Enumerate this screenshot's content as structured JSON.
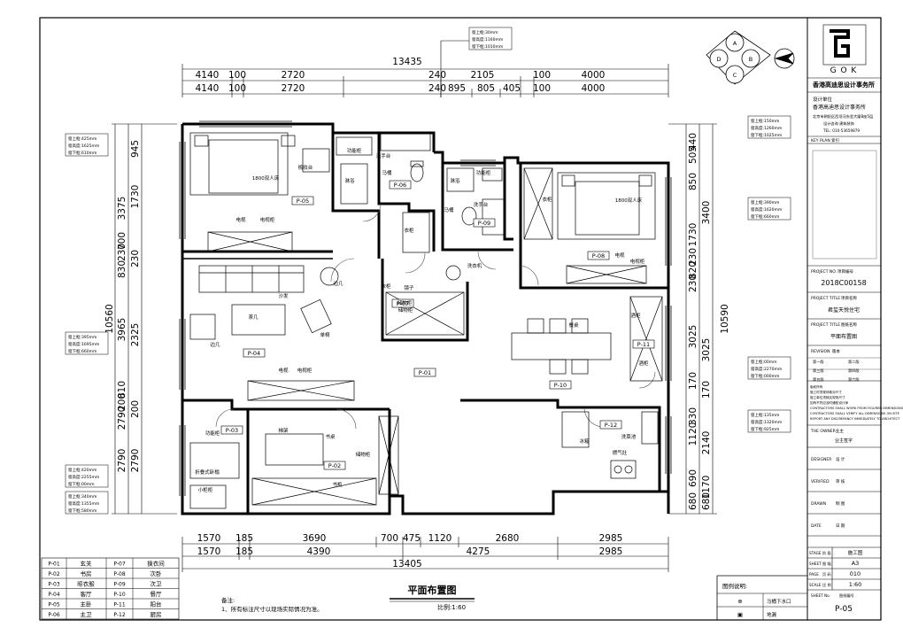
{
  "drawing": {
    "title": "平面布置图",
    "scale": "比例:1:60",
    "notes_title": "备注:",
    "notes_line": "1、所有标注尺寸以现场实际情况为准。",
    "legend_title": "图例说明:",
    "legend_items": [
      {
        "symbol": "⊕",
        "label": "马桶下水口"
      },
      {
        "symbol": "▣",
        "label": "地漏"
      }
    ]
  },
  "dimensions": {
    "overall_top": "13435",
    "overall_bottom": "13405",
    "left_overall": "10560",
    "right_overall": "10590",
    "top_row1": [
      "4140",
      "100",
      "2720",
      "240",
      "2105",
      "100",
      "4000"
    ],
    "top_row2": [
      "4140",
      "100",
      "2720",
      "240",
      "895",
      "805",
      "405",
      "100",
      "4000"
    ],
    "bottom_row1": [
      "1570",
      "185",
      "3690",
      "700",
      "475",
      "1120",
      "2680",
      "2985"
    ],
    "bottom_row2": [
      "1570",
      "185",
      "4390",
      "4275",
      "2985"
    ],
    "left_col1": [
      "945",
      "3375",
      "1730",
      "230",
      "700",
      "830",
      "230",
      "2325",
      "3965",
      "810",
      "200",
      "2790",
      "2790",
      "200",
      "2790"
    ],
    "right_col1": [
      "440",
      "505",
      "850",
      "1730",
      "3400",
      "230",
      "820",
      "230",
      "3025",
      "3025",
      "170",
      "170",
      "330",
      "1120",
      "2140",
      "690",
      "1170",
      "680",
      "680"
    ]
  },
  "window_tags": [
    {
      "l1": "窗上框:425mm",
      "l2": "窗高度:1625mm",
      "l3": "窗下框:610mm"
    },
    {
      "l1": "窗上框:395mm",
      "l2": "窗高度:1695mm",
      "l3": "窗下框:660mm"
    },
    {
      "l1": "窗上框:420mm",
      "l2": "窗高度:2255mm",
      "l3": "窗下框:00mm"
    },
    {
      "l1": "窗上框:340mm",
      "l2": "窗高度:1355mm",
      "l3": "窗下框:580mm"
    },
    {
      "l1": "窗上框:30mm",
      "l2": "窗高度:1160mm",
      "l3": "窗下框:1010mm"
    },
    {
      "l1": "窗上框:150mm",
      "l2": "窗高度:1260mm",
      "l3": "窗下框:1025mm"
    },
    {
      "l1": "窗上框:390mm",
      "l2": "窗高度:1620mm",
      "l3": "窗下框:660mm"
    },
    {
      "l1": "窗上框:00mm",
      "l2": "窗高度:2270mm",
      "l3": "窗下框:000mm"
    },
    {
      "l1": "窗上框:135mm",
      "l2": "窗高度:1320mm",
      "l3": "窗下框:925mm"
    }
  ],
  "room_codes": [
    {
      "code": "P-05"
    },
    {
      "code": "P-06"
    },
    {
      "code": "P-09"
    },
    {
      "code": "P-08"
    },
    {
      "code": "P-07"
    },
    {
      "code": "P-04"
    },
    {
      "code": "P-01"
    },
    {
      "code": "P-11"
    },
    {
      "code": "P-10"
    },
    {
      "code": "P-03"
    },
    {
      "code": "P-02"
    },
    {
      "code": "P-12"
    }
  ],
  "room_labels": {
    "bed1": "1800双人床",
    "bed2": "1800双人床",
    "dresser": "梳妆台",
    "wardrobe1": "衣柜",
    "tv1": "电视",
    "tvcab1": "电视柜",
    "storage1": "功能柜",
    "shower1": "淋浴",
    "basin1": "洗手台",
    "toilet1": "马桶",
    "storage2": "功能柜",
    "shower2": "淋浴",
    "toilet2": "马桶",
    "basin2": "洗手台",
    "washer": "洗衣机",
    "wardrobe2": "衣柜",
    "tv2": "电视",
    "tvcab2": "电视柜",
    "wardrobe3": "衣柜",
    "sofa": "沙发",
    "sidetable": "边几",
    "teatable": "茶几",
    "armchair": "单椅",
    "sidetable2": "边几",
    "mirror": "镜子",
    "shoecab": "储物柜",
    "storage3": "储物柜",
    "tv3": "电视",
    "tvcab3": "电视柜",
    "dining": "餐桌",
    "wine": "酒柜",
    "winecab": "酒柜",
    "func3": "功能柜",
    "desk": "书桌",
    "bookcase": "储物柜",
    "bookcab": "书柜",
    "futon": "折叠式卧榻",
    "smallcab": "小柜柜",
    "fridge": "冰箱",
    "sink": "洗菜池",
    "stove": "燃气灶",
    "ladder": "梯架"
  },
  "key_table": [
    {
      "c1": "P-01",
      "n1": "玄关",
      "c2": "P-07",
      "n2": "换衣间"
    },
    {
      "c1": "P-02",
      "n1": "书房",
      "c2": "P-08",
      "n2": "次卧"
    },
    {
      "c1": "P-03",
      "n1": "晾衣服",
      "c2": "P-09",
      "n2": "次卫"
    },
    {
      "c1": "P-04",
      "n1": "客厅",
      "c2": "P-10",
      "n2": "餐厅"
    },
    {
      "c1": "P-05",
      "n1": "主卧",
      "c2": "P-11",
      "n2": "阳台"
    },
    {
      "c1": "P-06",
      "n1": "主卫",
      "c2": "P-12",
      "n2": "厨房"
    }
  ],
  "compass": {
    "a": "A",
    "b": "B",
    "c": "C",
    "d": "D"
  },
  "title_block": {
    "logo_letters": "G  O  K",
    "firm_name": "香港高迪思设计事务所",
    "design_unit_label": "设计单位",
    "design_unit": "香港高迪思设计事务所",
    "address_line1": "北京市朝阳区西坝河东里大厦B座5层",
    "address_line2": "设计咨询  建筑装饰",
    "phone": "TEL: 010-53659879",
    "key_plan_label": "KEY PLAN 索引",
    "project_no_label": "PROJECT NO.",
    "project_no_cn": "项目编号",
    "project_no": "2018C00158",
    "project_title_label": "PROJECT TITLE",
    "project_title_cn": "项目名称",
    "project_title": "君玺天悦住宅",
    "plan_title_label": "PROJECT TITLE",
    "plan_title_cn": "图纸名称",
    "plan_title": "平面布置图",
    "revision_label": "REVISION",
    "revision_cn": "版本",
    "revisions": [
      {
        "a": "第一版",
        "b": "第二版"
      },
      {
        "a": "第三版",
        "b": "第四版"
      },
      {
        "a": "第五版",
        "b": "第六版"
      }
    ],
    "notice_lines": [
      "版权所有",
      "施工时须现场核对尺寸",
      "施工单位须核实现场尺寸",
      "如有不符应及时通知设计师",
      "CONTRACTORS SHALL WORK FROM FIGURED DIMENSIONS ONLY",
      "CONTRACTORS SHALL VERIFY ALL DIMENSIONS ON SITE",
      "REPORT ANY DISCREPANCY IMMEDIATELY TO ARCHITECT"
    ],
    "owner_label": "THE OWNER",
    "owner_cn": "业主",
    "owner": "业主签字",
    "designer_label": "DESIGNER",
    "designer_cn": "设 计",
    "verified_label": "VERIFIED",
    "verified_cn": "审 核",
    "drawn_label": "DRAWN",
    "drawn_cn": "制 图",
    "date_label": "DATE",
    "date_cn": "日 期",
    "stage_label": "STAGE",
    "stage_cn": "阶 段",
    "stage": "施工图",
    "sheet_label": "SHEET",
    "sheet_cn": "图 幅",
    "sheet": "A3",
    "page_label": "PAGE",
    "page_cn": "页 码",
    "page": "010",
    "scale_label": "SCALE",
    "scale_cn": "比 例",
    "scale": "1:60",
    "sheet_no_label": "SHEET No.",
    "sheet_no_cn": "图纸编号",
    "sheet_no": "P-05"
  }
}
